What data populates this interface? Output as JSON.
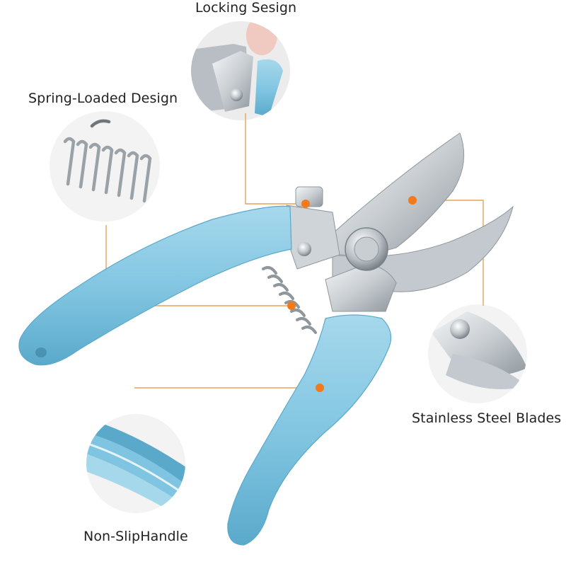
{
  "callouts": {
    "locking": "Locking Sesign",
    "spring": "Spring-Loaded Design",
    "blades": "Stainless Steel Blades",
    "handle": "Non-SlipHandle"
  },
  "colors": {
    "handle": "#7fc4e0",
    "handle_shade": "#5aa9cb",
    "steel": "#d9dde1",
    "steel_dark": "#9aa2a8",
    "callout_line": "#e9a25a",
    "callout_dot": "#f07a1c",
    "circle_bg": "#f3f3f3",
    "label_text": "#222222"
  }
}
